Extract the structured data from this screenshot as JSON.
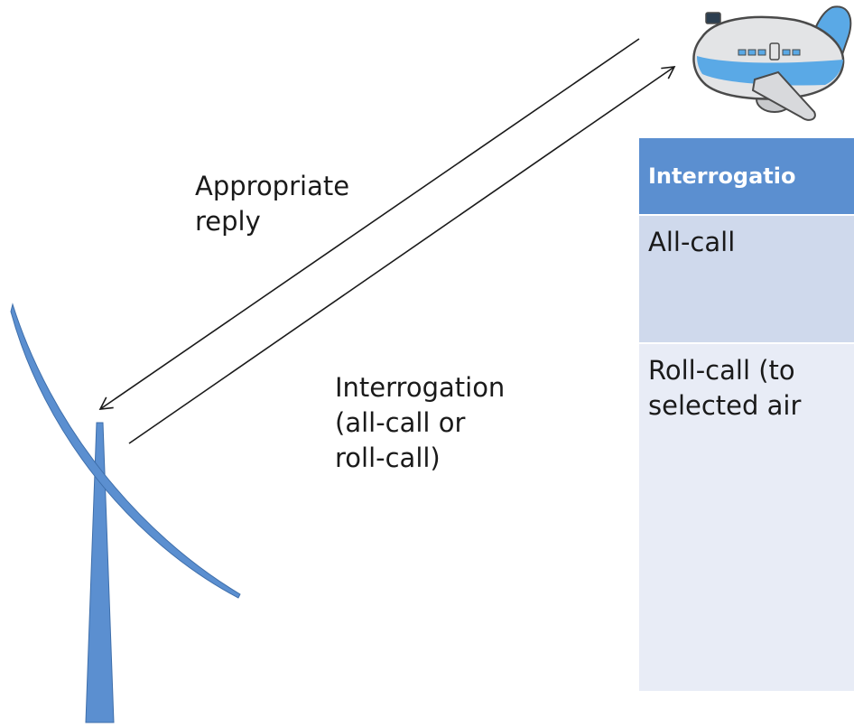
{
  "labels": {
    "reply": [
      "Appropriate",
      "reply"
    ],
    "interrogation": [
      "Interrogation",
      "(all-call or",
      "roll-call)"
    ]
  },
  "table": {
    "header": "Interrogatio",
    "rows": [
      [
        "All-call"
      ],
      [
        "Roll-call (to",
        "selected air"
      ]
    ]
  },
  "colors": {
    "antenna": "#5b8fd0",
    "table_header": "#5b8fd0",
    "table_row_1": "#cfd9ec",
    "table_row_2": "#e8ecf6",
    "airplane_body": "#e3e4e6",
    "airplane_stripe": "#5aa9e6"
  }
}
